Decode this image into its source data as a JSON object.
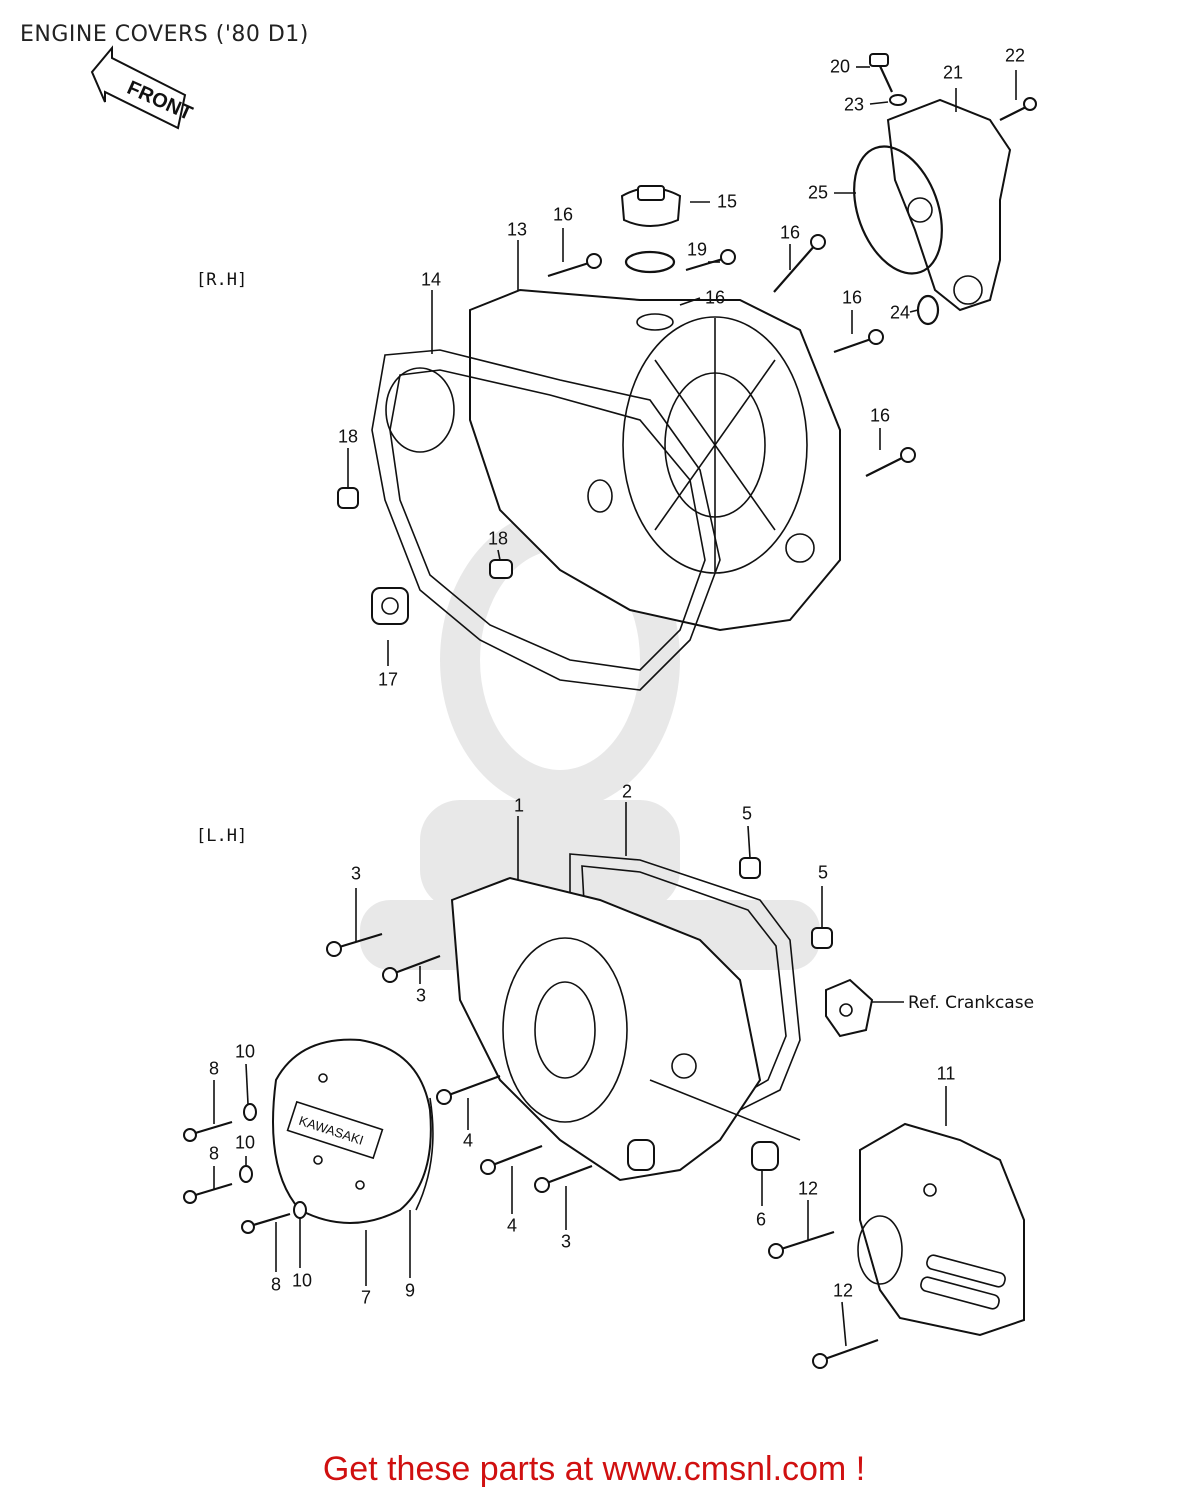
{
  "title": "ENGINE COVERS ('80 D1)",
  "front_arrow": {
    "label": "FRONT"
  },
  "sections": {
    "rh": "[R.H]",
    "lh": "[L.H]"
  },
  "callouts": [
    {
      "n": "20",
      "part": "rh"
    },
    {
      "n": "21",
      "part": "rh"
    },
    {
      "n": "22",
      "part": "rh"
    },
    {
      "n": "23",
      "part": "rh"
    },
    {
      "n": "15",
      "part": "rh"
    },
    {
      "n": "25",
      "part": "rh"
    },
    {
      "n": "16",
      "part": "rh"
    },
    {
      "n": "13",
      "part": "rh"
    },
    {
      "n": "19",
      "part": "rh"
    },
    {
      "n": "16",
      "part": "rh"
    },
    {
      "n": "16",
      "part": "rh"
    },
    {
      "n": "14",
      "part": "rh"
    },
    {
      "n": "16",
      "part": "rh"
    },
    {
      "n": "24",
      "part": "rh"
    },
    {
      "n": "18",
      "part": "rh"
    },
    {
      "n": "16",
      "part": "rh"
    },
    {
      "n": "18",
      "part": "rh"
    },
    {
      "n": "17",
      "part": "rh"
    },
    {
      "n": "2",
      "part": "lh"
    },
    {
      "n": "1",
      "part": "lh"
    },
    {
      "n": "5",
      "part": "lh"
    },
    {
      "n": "3",
      "part": "lh"
    },
    {
      "n": "5",
      "part": "lh"
    },
    {
      "n": "3",
      "part": "lh"
    },
    {
      "n": "10",
      "part": "lh"
    },
    {
      "n": "8",
      "part": "lh"
    },
    {
      "n": "11",
      "part": "lh"
    },
    {
      "n": "4",
      "part": "lh"
    },
    {
      "n": "10",
      "part": "lh"
    },
    {
      "n": "8",
      "part": "lh"
    },
    {
      "n": "12",
      "part": "lh"
    },
    {
      "n": "4",
      "part": "lh"
    },
    {
      "n": "6",
      "part": "lh"
    },
    {
      "n": "3",
      "part": "lh"
    },
    {
      "n": "8",
      "part": "lh"
    },
    {
      "n": "10",
      "part": "lh"
    },
    {
      "n": "7",
      "part": "lh"
    },
    {
      "n": "9",
      "part": "lh"
    },
    {
      "n": "12",
      "part": "lh"
    }
  ],
  "reference_label": "Ref.  Crankcase",
  "footer": "Get these parts at www.cmsnl.com !"
}
